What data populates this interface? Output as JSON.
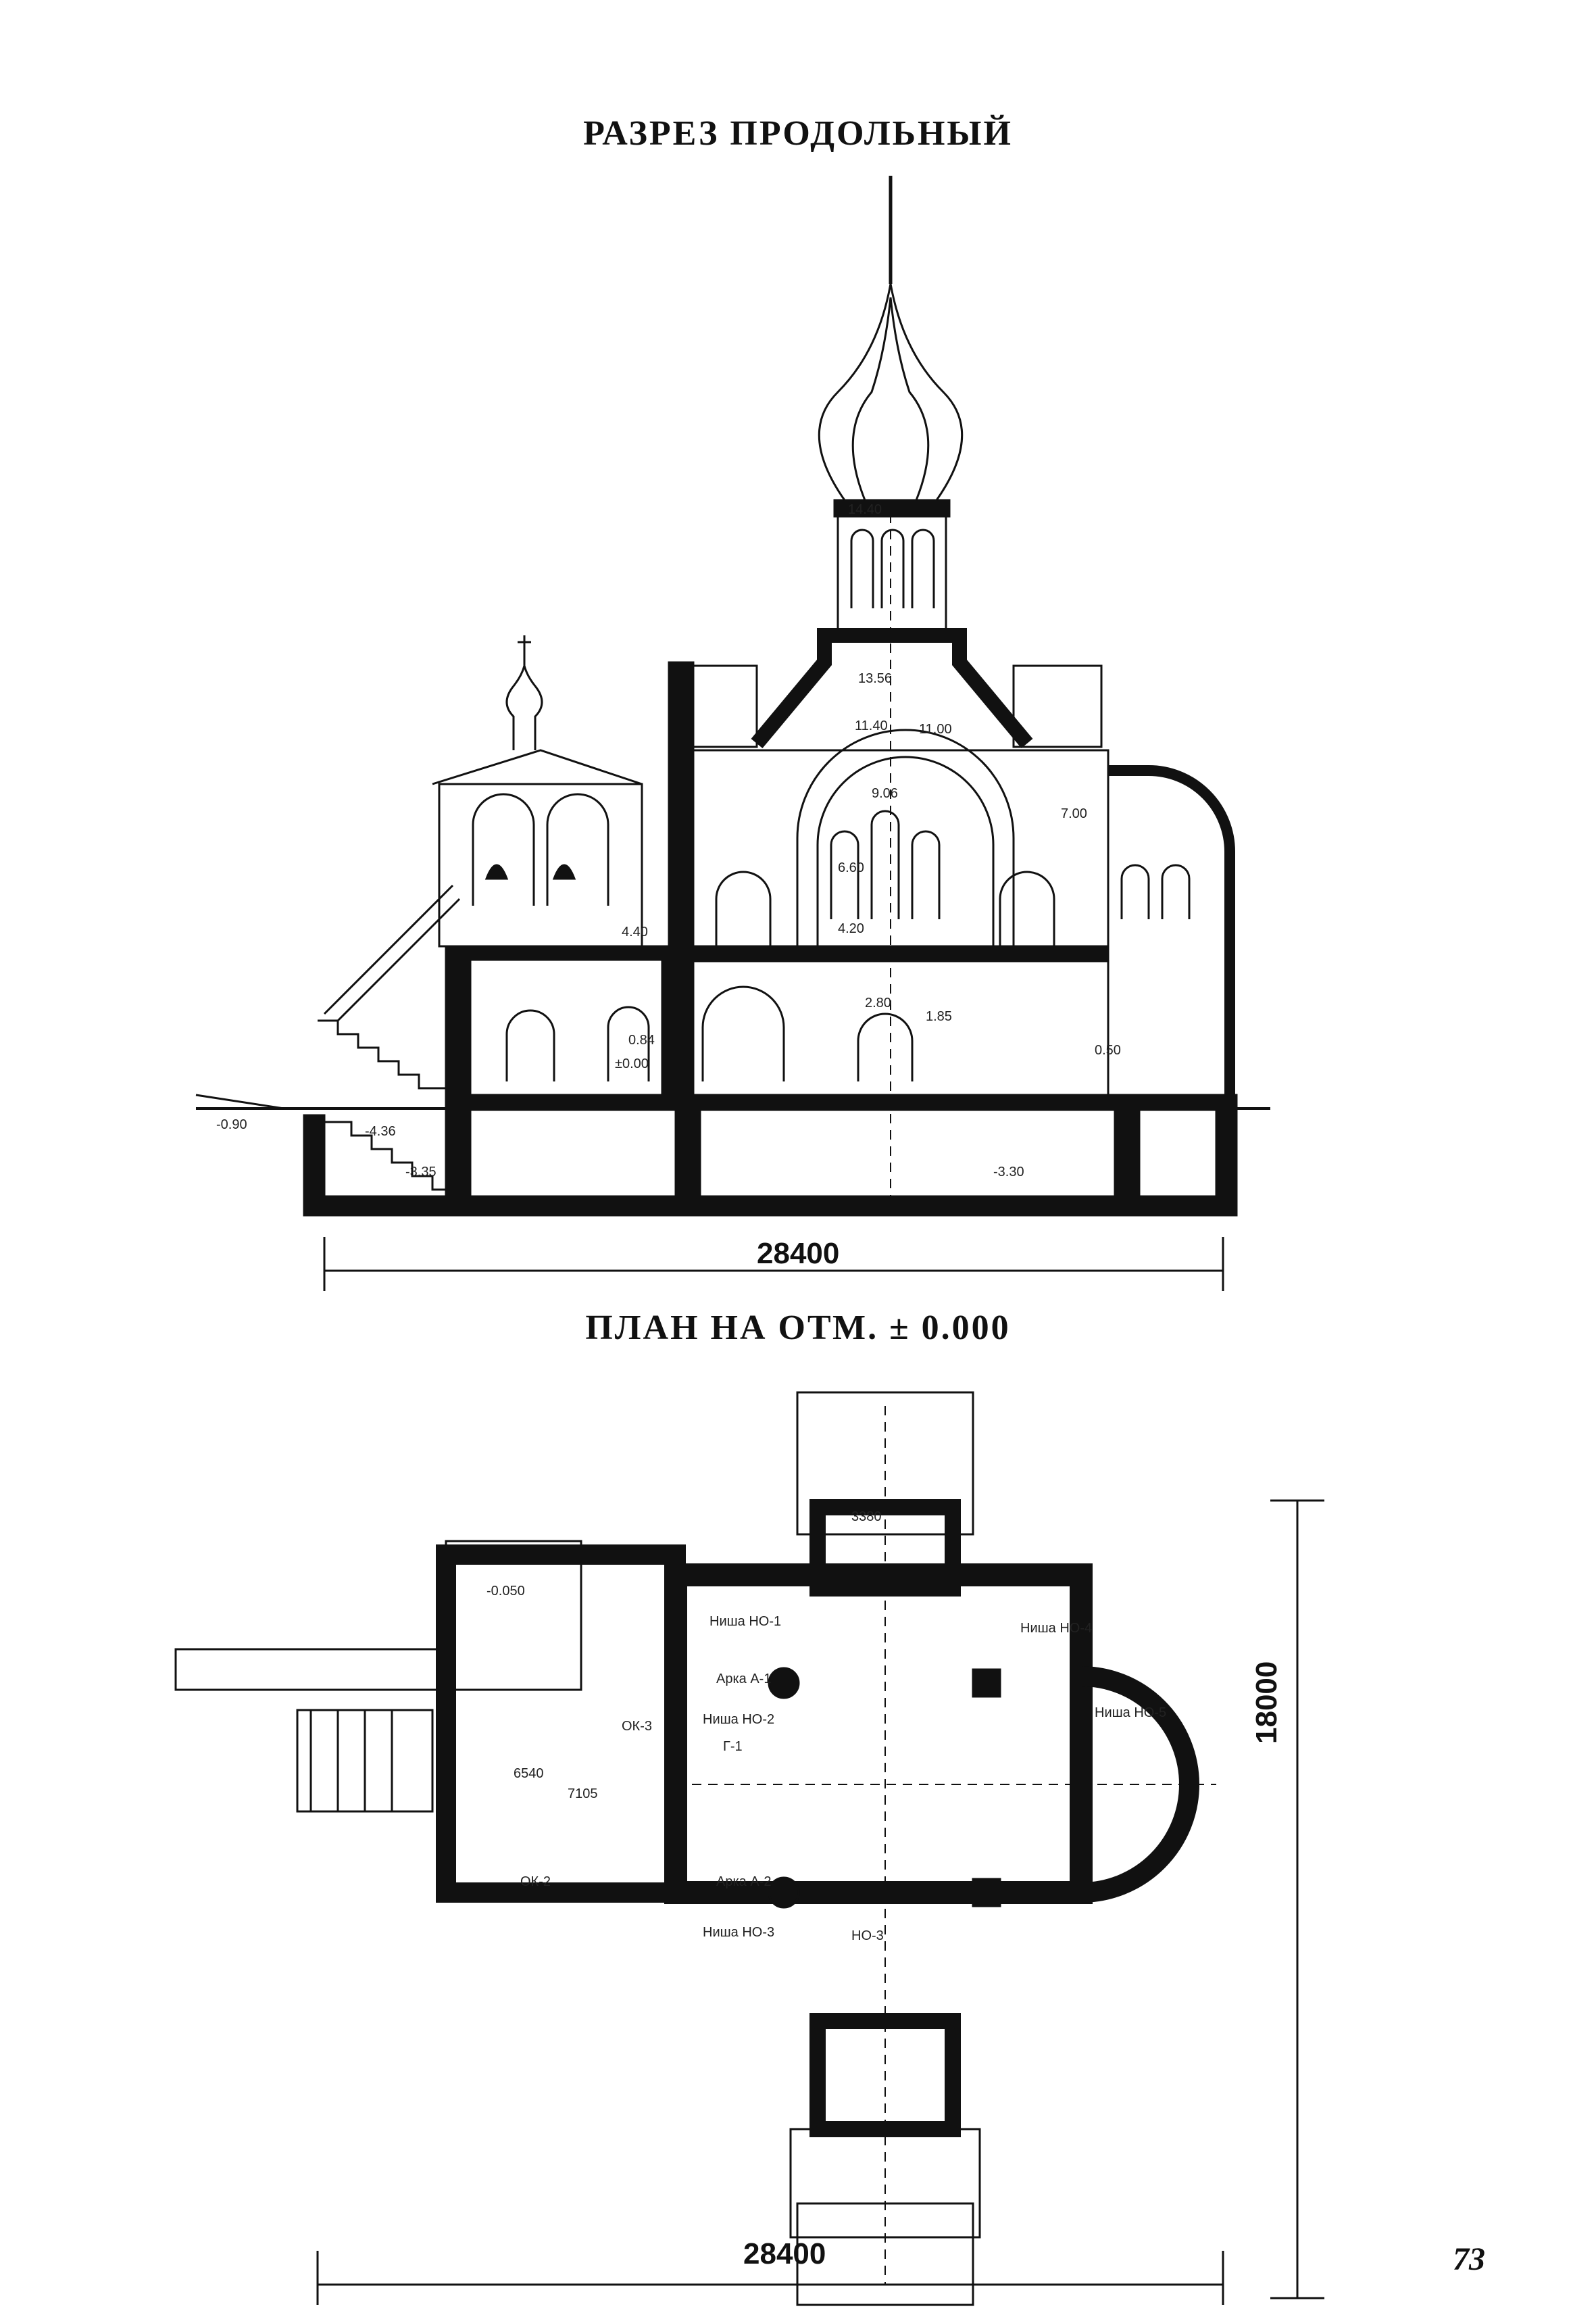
{
  "titles": {
    "section": "РАЗРЕЗ ПРОДОЛЬНЫЙ",
    "plan": "ПЛАН НА ОТМ. ± 0.000"
  },
  "dimensions": {
    "section_width": "28400",
    "plan_width": "28400",
    "plan_height": "18000"
  },
  "page_number": "73",
  "section_levels": [
    "14.40",
    "13.56",
    "11.40",
    "11.00",
    "9.06",
    "7.00",
    "6.60",
    "4.40",
    "4.20",
    "2.80",
    "1.85",
    "0.84",
    "0.50",
    "±0.00",
    "-0.90",
    "-3.30",
    "-3.35",
    "-4.36"
  ],
  "plan_labels": [
    "ОК-2",
    "ОК-3",
    "НО-3",
    "Г-1",
    "Ниша НО-1",
    "Ниша НО-2",
    "Ниша НО-3",
    "Ниша НО-4",
    "Ниша НО-5",
    "Арка А-1",
    "Арка А-2",
    "-0.050",
    "7105",
    "6540",
    "3380"
  ]
}
